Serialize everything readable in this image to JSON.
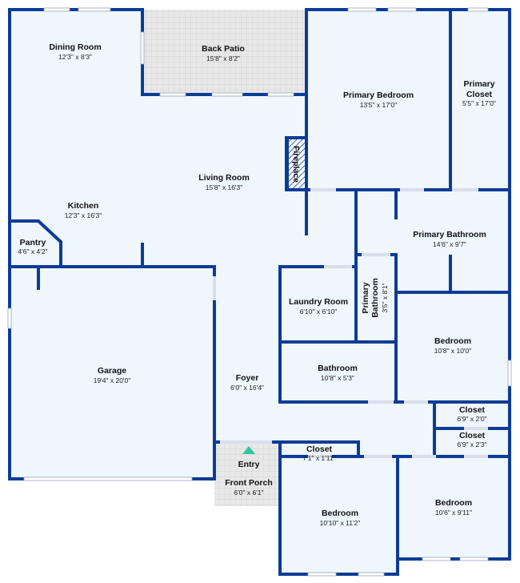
{
  "colors": {
    "floor": "#eff6fc",
    "wall": "#0b3c96",
    "patio": "#e6e6e6",
    "entry_arrow": "#35c4a0",
    "fireplace_hatch": "#0b3c96"
  },
  "rooms": {
    "dining": {
      "name": "Dining Room",
      "dim": "12'3\" x 8'3\""
    },
    "patio": {
      "name": "Back Patio",
      "dim": "15'8\" x 8'2\""
    },
    "primary_bedroom": {
      "name": "Primary Bedroom",
      "dim": "13'5\" x 17'0\""
    },
    "primary_closet": {
      "name_line1": "Primary",
      "name_line2": "Closet",
      "dim": "5'5\" x 17'0\""
    },
    "fireplace": {
      "name": "Fireplace"
    },
    "living": {
      "name": "Living Room",
      "dim": "15'8\" x 16'3\""
    },
    "kitchen": {
      "name": "Kitchen",
      "dim": "12'3\" x 16'3\""
    },
    "primary_bath": {
      "name": "Primary Bathroom",
      "dim": "14'6\" x 9'7\""
    },
    "pantry": {
      "name": "Pantry",
      "dim": "4'6\" x 4'2\""
    },
    "laundry": {
      "name": "Laundry Room",
      "dim": "6'10\" x 6'10\""
    },
    "primary_bath2": {
      "name_line1": "Primary",
      "name_line2": "Bathroom",
      "dim": "3'5\" x 8'1\""
    },
    "bedroom_right": {
      "name": "Bedroom",
      "dim": "10'8\" x 10'0\""
    },
    "garage": {
      "name": "Garage",
      "dim": "19'4\" x 20'0\""
    },
    "bathroom": {
      "name": "Bathroom",
      "dim": "10'8\" x 5'3\""
    },
    "foyer": {
      "name": "Foyer",
      "dim": "6'0\" x 16'4\""
    },
    "closet_a": {
      "name": "Closet",
      "dim": "6'9\" x 2'0\""
    },
    "closet_b": {
      "name": "Closet",
      "dim": "6'9\" x 2'3\""
    },
    "closet_c": {
      "name": "Closet",
      "dim": "7'1\" x 1'11\""
    },
    "entry": {
      "name": "Entry"
    },
    "front_porch": {
      "name": "Front Porch",
      "dim": "6'0\" x 6'1\""
    },
    "bedroom_bottom_mid": {
      "name": "Bedroom",
      "dim": "10'10\" x 11'2\""
    },
    "bedroom_bottom_right": {
      "name": "Bedroom",
      "dim": "10'6\" x 9'11\""
    }
  }
}
